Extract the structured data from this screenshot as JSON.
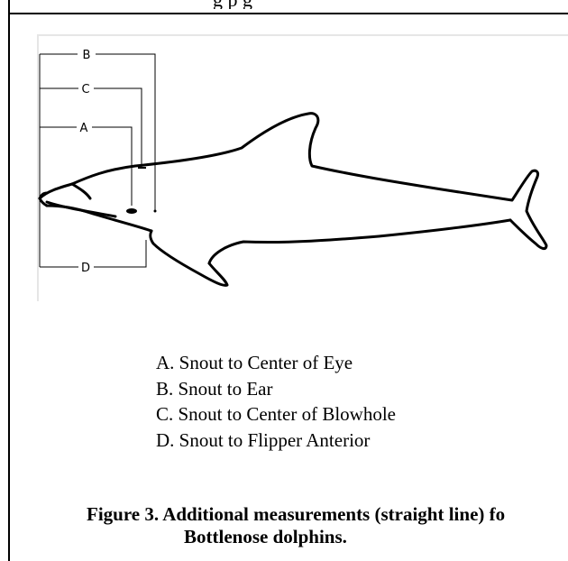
{
  "top_text": "                     g           p  g",
  "diagram": {
    "labels": [
      "B",
      "C",
      "A",
      "D"
    ]
  },
  "legend": [
    "A. Snout to Center of Eye",
    "B.  Snout to Ear",
    "C.  Snout to Center of Blowhole",
    "D. Snout to Flipper Anterior"
  ],
  "caption": {
    "line1": "Figure 3.  Additional measurements (straight line) fo",
    "line2": "Bottlenose dolphins."
  }
}
